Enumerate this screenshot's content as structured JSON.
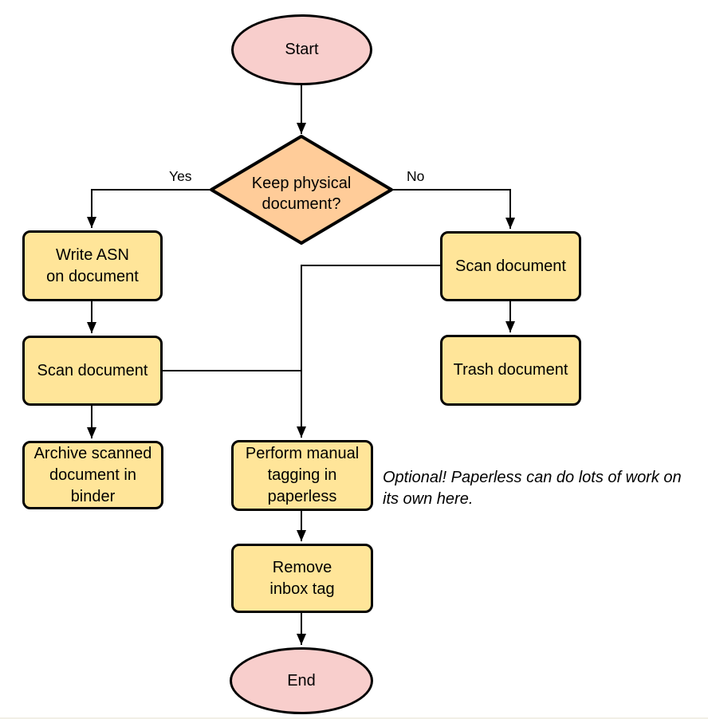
{
  "colors": {
    "background": "#ffffff",
    "terminal_fill": "#f8cecc",
    "decision_fill": "#ffcc99",
    "process_fill": "#ffe599",
    "stroke": "#000000",
    "bottom_rule": "#f1efe6"
  },
  "nodes": {
    "start": "Start",
    "decision": "Keep physical\ndocument?",
    "write_asn": "Write ASN\non document",
    "scan_left": "Scan document",
    "archive": "Archive scanned\ndocument in\nbinder",
    "scan_right": "Scan document",
    "trash": "Trash document",
    "perform_tagging": "Perform manual\ntagging in\npaperless",
    "remove_inbox": "Remove\ninbox tag",
    "end": "End"
  },
  "edge_labels": {
    "yes": "Yes",
    "no": "No"
  },
  "note": "Optional! Paperless can do lots of work on\nits own here."
}
